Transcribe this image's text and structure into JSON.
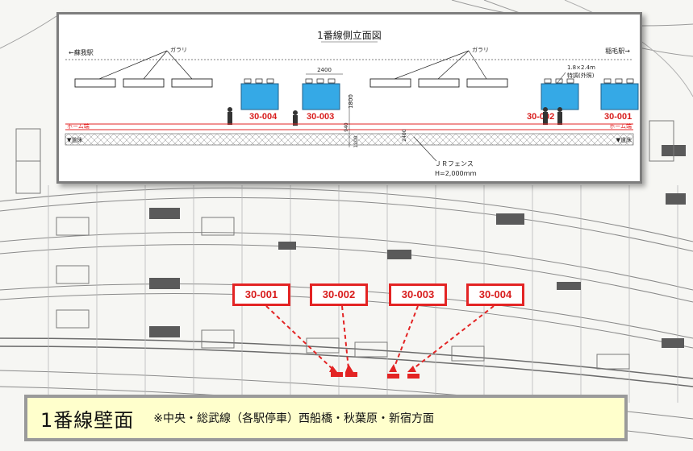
{
  "elevation": {
    "title": "1番線側立面図",
    "left_station": "←蘇我駅",
    "right_station": "稲毛駅→",
    "glass_label_1": "ガラリ",
    "glass_label_2": "ガラリ",
    "width_dim": "2400",
    "height_dim": "1800",
    "dim_a": "940",
    "dim_b": "1100",
    "dim_c": "2400",
    "panel_size": "1.8×2.4m",
    "panel_type": "特調(外照)",
    "home_line_left": "ホーム端",
    "home_line_right": "ホーム端",
    "floor_left": "▼道床",
    "floor_right": "▼道床",
    "fence_label": "ＪＲフェンス",
    "fence_height": "H=2,000ｍｍ",
    "panels": [
      "30-004",
      "30-003",
      "30-002",
      "30-001"
    ]
  },
  "callouts": [
    "30-001",
    "30-002",
    "30-003",
    "30-004"
  ],
  "footer": {
    "main": "1番線壁面",
    "note": "※中央・総武線（各駅停車）西船橋・秋葉原・新宿方面"
  },
  "colors": {
    "accent": "#e32424",
    "panel_blue": "#35a9e6",
    "footer_bg": "#ffffcc"
  }
}
